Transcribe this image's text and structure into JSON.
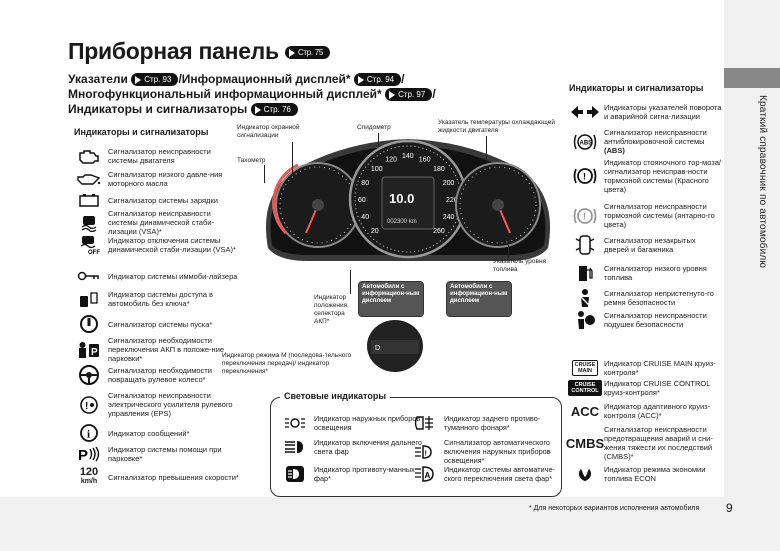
{
  "title": "Приборная панель",
  "title_ref": "Стр. 75",
  "sub1": {
    "a": "Указатели",
    "ref1": "Стр. 93",
    "b": "/Информационный дисплей*",
    "ref2": "Стр. 94",
    "c": "/"
  },
  "sub2": {
    "a": "Многофункциональный информационный дисплей*",
    "ref": "Стр. 97",
    "c": "/"
  },
  "sub3": {
    "a": "Индикаторы и сигнализаторы",
    "ref": "Стр. 76"
  },
  "left_heading": "Индикаторы и сигнализаторы",
  "left_items": [
    {
      "icon": "engine-icon",
      "text": "Сигнализатор неисправности системы двигателя"
    },
    {
      "icon": "oil-can-icon",
      "text": "Сигнализатор низкого давле-ния моторного масла"
    },
    {
      "icon": "battery-icon",
      "text": "Сигнализатор системы зарядки"
    },
    {
      "icon": "vsa-icon",
      "text": "Сигнализатор неисправности системы динамической стаби-лизации (VSA)*"
    },
    {
      "icon": "vsa-off-icon",
      "text": "Индикатор отключения системы динамической стаби-лизации (VSA)*"
    },
    {
      "icon": "immobilizer-key-icon",
      "text": "Индикатор системы иммоби-лайзера"
    },
    {
      "icon": "keyless-icon",
      "text": "Индикатор системы доступа в автомобиль без ключа*"
    },
    {
      "icon": "start-system-icon",
      "text": "Сигнализатор системы пуска*"
    },
    {
      "icon": "park-shift-icon",
      "text": "Сигнализатор необходимости переключения АКП в положе-ние парковки*"
    },
    {
      "icon": "steering-wheel-icon",
      "text": "Сигнализатор необходимости повращать рулевое колесо*"
    },
    {
      "icon": "eps-icon",
      "text": "Сигнализатор неисправности электрического усилителя рулевого управления (EPS)"
    },
    {
      "icon": "info-message-icon",
      "text": "Индикатор сообщений*"
    },
    {
      "icon": "parking-sensor-icon",
      "text": "Индикатор системы помощи при парковке*"
    },
    {
      "icon": "speed-warning-icon",
      "text": "Сигнализатор превышения скорости*",
      "icon_text": "120",
      "icon_sub": "km/h"
    }
  ],
  "right_heading": "Индикаторы и сигнализаторы",
  "right_items": [
    {
      "icon": "turn-signal-icon",
      "text": "Индикаторы указателей поворота и аварийной сигна-лизации"
    },
    {
      "icon": "abs-icon",
      "text": "Сигнализатор неисправности антиблокировочной системы",
      "bold": "(ABS)"
    },
    {
      "icon": "brake-red-icon",
      "text": "Индикатор стояночного тор-моза/сигнализатор неисправ-ности тормозной системы (Красного цвета)"
    },
    {
      "icon": "brake-amber-icon",
      "text": "Сигнализатор неисправности тормозной системы (янтарно-го цвета)"
    },
    {
      "icon": "door-open-icon",
      "text": "Сигнализатор незакрытых дверей и багажника"
    },
    {
      "icon": "fuel-icon",
      "text": "Сигнализатор низкого уровня топлива"
    },
    {
      "icon": "seatbelt-icon",
      "text": "Сигнализатор непристегнуто-го ремня безопасности"
    },
    {
      "icon": "airbag-icon",
      "text": "Сигнализатор неисправности подушек безопасности"
    },
    {
      "icon": "cruise-main-icon",
      "text": "Индикатор CRUISE MAIN круиз-контроля*",
      "icon_text": "CRUISE MAIN"
    },
    {
      "icon": "cruise-control-icon",
      "text": "Индикатор CRUISE CONTROL круиз-контроля*",
      "icon_text": "CRUISE CONTROL"
    },
    {
      "icon": "acc-icon",
      "text": "Индикатор адаптивного круиз-контроля (ACC)*",
      "icon_text": "ACC"
    },
    {
      "icon": "cmbs-icon",
      "text": "Сигнализатор неисправности предотвращения аварий и сни-жения тяжести их последствий (CMBS)*",
      "icon_text": "CMBS"
    },
    {
      "icon": "econ-icon",
      "text": "Индикатор режима экономии топлива ECON"
    }
  ],
  "cluster_labels": {
    "security": "Индикатор охранной сигнализации",
    "speedo": "Спидометр",
    "temp": "Указатель температуры охлаждающей жидкости двигателя",
    "tacho": "Тахометр",
    "fuel": "Указатель уровня топлива",
    "gear": "Индикатор положения селектора АКП*",
    "mmode": "Индикатор режима М (последова-тельного переключения передач)/ индикатор переключения*",
    "inset1": "Автомобили с информацион-ным дисплеем",
    "inset2": "Автомобили с информацион-ным дисплеем"
  },
  "speedo_ticks": [
    "20",
    "40",
    "60",
    "80",
    "100",
    "120",
    "140",
    "160",
    "180",
    "200",
    "220",
    "240",
    "260"
  ],
  "display_readout": "10.0",
  "odometer": "002300 km",
  "light_title": "Световые индикаторы",
  "light_items": [
    {
      "icon": "parking-lights-icon",
      "text": "Индикатор наружных приборов освещения"
    },
    {
      "icon": "rear-fog-icon",
      "text": "Индикатор заднего противо-туманного фонаря*"
    },
    {
      "icon": "high-beam-icon",
      "text": "Индикатор включения дальнего света фар"
    },
    {
      "icon": "auto-lights-icon",
      "text": "Сигнализатор автоматического включения наружных приборов освещения*"
    },
    {
      "icon": "front-fog-icon",
      "text": "Индикатор противоту-манных фар*"
    },
    {
      "icon": "auto-high-beam-icon",
      "text": "Индикатор системы автоматиче-ского переключения света фар*"
    }
  ],
  "sidebar_text": "Краткий справочник по автомобилю",
  "footnote": "* Для некоторых вариантов исполнения автомобиля",
  "page_number": "9"
}
